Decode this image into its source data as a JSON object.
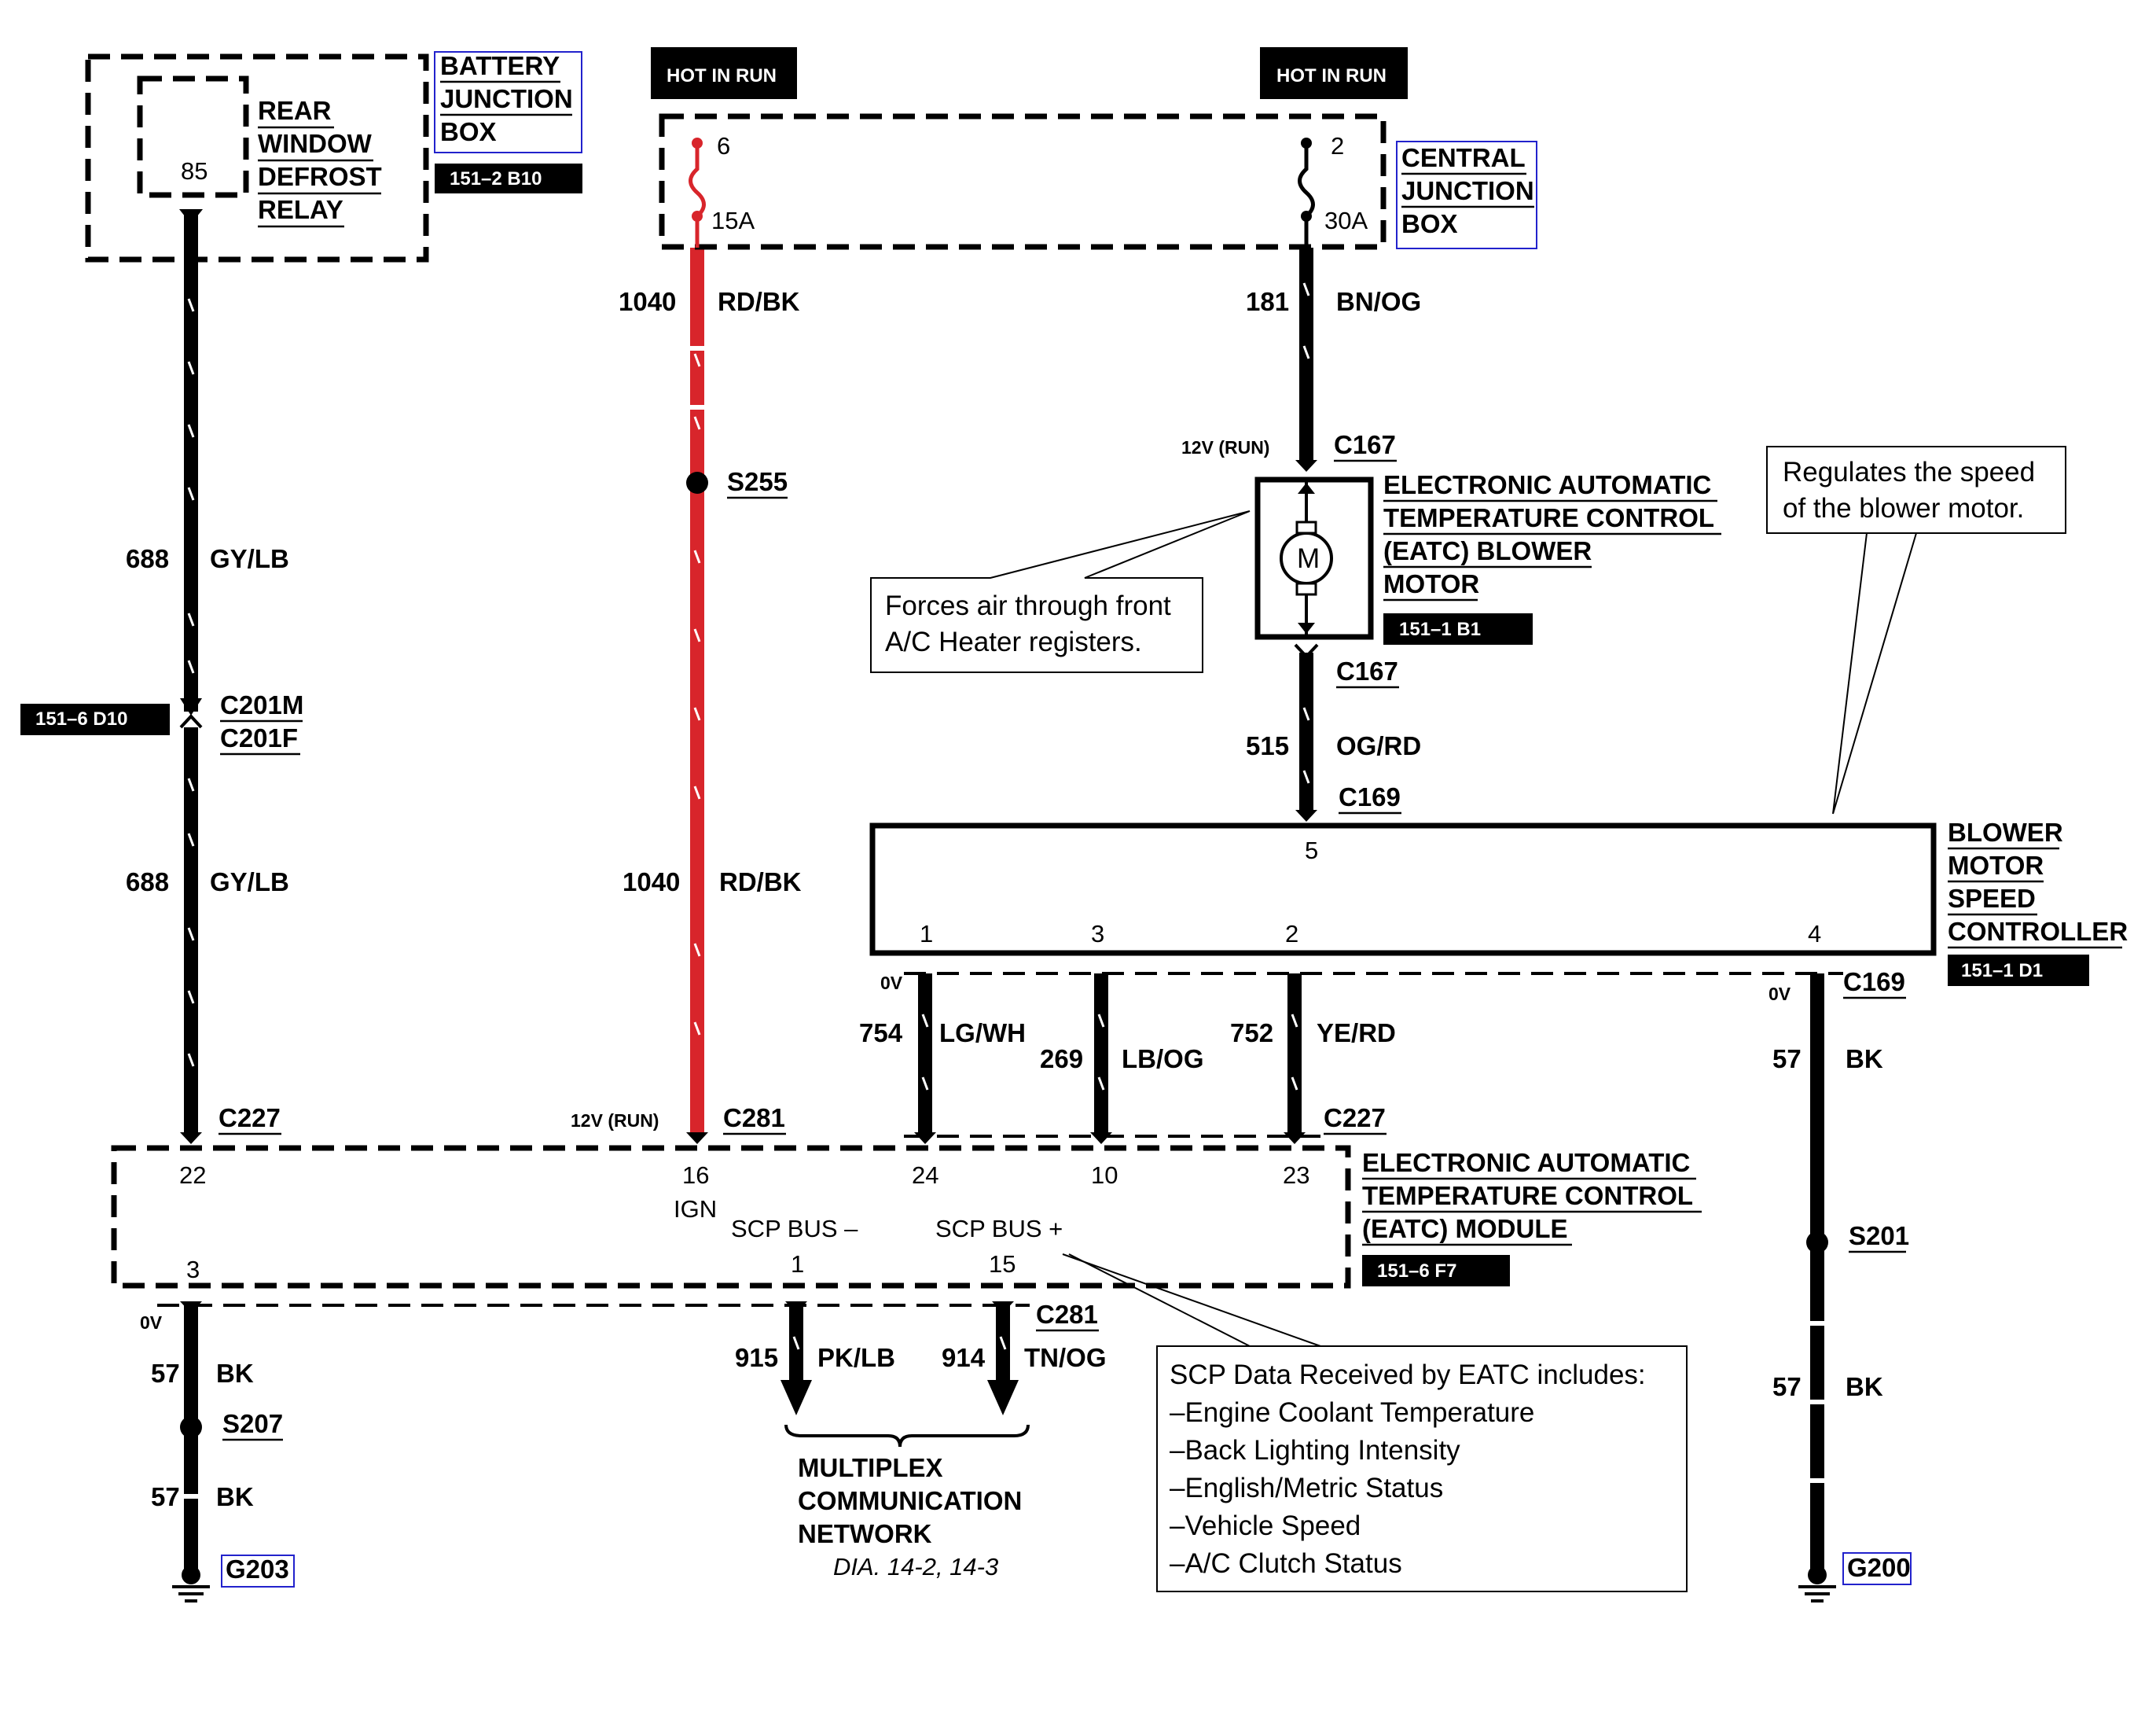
{
  "hot_in_run": [
    "HOT IN RUN",
    "HOT IN RUN"
  ],
  "battery_box": {
    "name_lines": [
      "BATTERY",
      "JUNCTION",
      "BOX"
    ],
    "ref": "151–2 B10",
    "relay_lines": [
      "REAR",
      "WINDOW",
      "DEFROST",
      "RELAY"
    ],
    "relay_pin": "85"
  },
  "central_box": {
    "name_lines": [
      "CENTRAL",
      "JUNCTION",
      "BOX"
    ],
    "fuse1_pin": "6",
    "fuse1_rating": "15A",
    "fuse2_pin": "2",
    "fuse2_rating": "30A"
  },
  "wires": {
    "w688_top": {
      "circuit": "688",
      "color": "GY/LB"
    },
    "w688_bot": {
      "circuit": "688",
      "color": "GY/LB"
    },
    "w1040_top": {
      "circuit": "1040",
      "color": "RD/BK"
    },
    "w1040_bot": {
      "circuit": "1040",
      "color": "RD/BK"
    },
    "w181": {
      "circuit": "181",
      "color": "BN/OG"
    },
    "w515": {
      "circuit": "515",
      "color": "OG/RD"
    },
    "w754": {
      "circuit": "754",
      "color": "LG/WH"
    },
    "w269": {
      "circuit": "269",
      "color": "LB/OG"
    },
    "w752": {
      "circuit": "752",
      "color": "YE/RD"
    },
    "w57_right_top": {
      "circuit": "57",
      "color": "BK"
    },
    "w57_right_bot": {
      "circuit": "57",
      "color": "BK"
    },
    "w57_left_top": {
      "circuit": "57",
      "color": "BK"
    },
    "w57_left_bot": {
      "circuit": "57",
      "color": "BK"
    },
    "w915": {
      "circuit": "915",
      "color": "PK/LB"
    },
    "w914": {
      "circuit": "914",
      "color": "TN/OG"
    }
  },
  "connectors": {
    "c201m": "C201M",
    "c201f": "C201F",
    "c227_left": "C227",
    "c227_right": "C227",
    "c281_top": "C281",
    "c281_bottom": "C281",
    "c167_top": "C167",
    "c167_bottom": "C167",
    "c169_top": "C169",
    "c169_right": "C169",
    "s255": "S255",
    "s201": "S201",
    "s207": "S207",
    "g203": "G203",
    "g200": "G200",
    "ref_151_6_d10": "151–6 D10"
  },
  "voltages": {
    "run_blower": "12V (RUN)",
    "run_module": "12V (RUN)",
    "ov_ctrl_left": "0V",
    "ov_ctrl_right": "0V",
    "ov_module": "0V"
  },
  "blower_motor": {
    "name_lines": [
      "ELECTRONIC AUTOMATIC",
      "TEMPERATURE CONTROL",
      "(EATC) BLOWER",
      "MOTOR"
    ],
    "ref": "151–1 B1",
    "symbol": "M",
    "note_lines": [
      "Forces air through front",
      "A/C Heater registers."
    ]
  },
  "speed_controller": {
    "name_lines": [
      "BLOWER",
      "MOTOR",
      "SPEED",
      "CONTROLLER"
    ],
    "ref": "151–1 D1",
    "pins": {
      "p5": "5",
      "p1": "1",
      "p3": "3",
      "p2": "2",
      "p4": "4"
    },
    "note_lines": [
      "Regulates the speed",
      "of the blower motor."
    ]
  },
  "module": {
    "name_lines": [
      "ELECTRONIC AUTOMATIC",
      "TEMPERATURE CONTROL",
      "(EATC) MODULE"
    ],
    "ref": "151–6 F7",
    "pins": {
      "p22": "22",
      "p16": "16",
      "p24": "24",
      "p10": "10",
      "p23": "23",
      "p3": "3",
      "p1": "1",
      "p15": "15"
    },
    "ign": "IGN",
    "scp_minus": "SCP BUS –",
    "scp_plus": "SCP BUS +"
  },
  "multiplex": {
    "lines": [
      "MULTIPLEX",
      "COMMUNICATION",
      "NETWORK"
    ],
    "dia": "DIA. 14-2, 14-3"
  },
  "scp_note": {
    "lines": [
      "SCP Data Received by EATC includes:",
      "–Engine Coolant Temperature",
      "–Back Lighting Intensity",
      "–English/Metric Status",
      "–Vehicle Speed",
      "–A/C Clutch Status"
    ]
  },
  "colors": {
    "wire": "#000000",
    "wire_power": "#d8252b",
    "hyperlink_box": "#2222cc"
  }
}
